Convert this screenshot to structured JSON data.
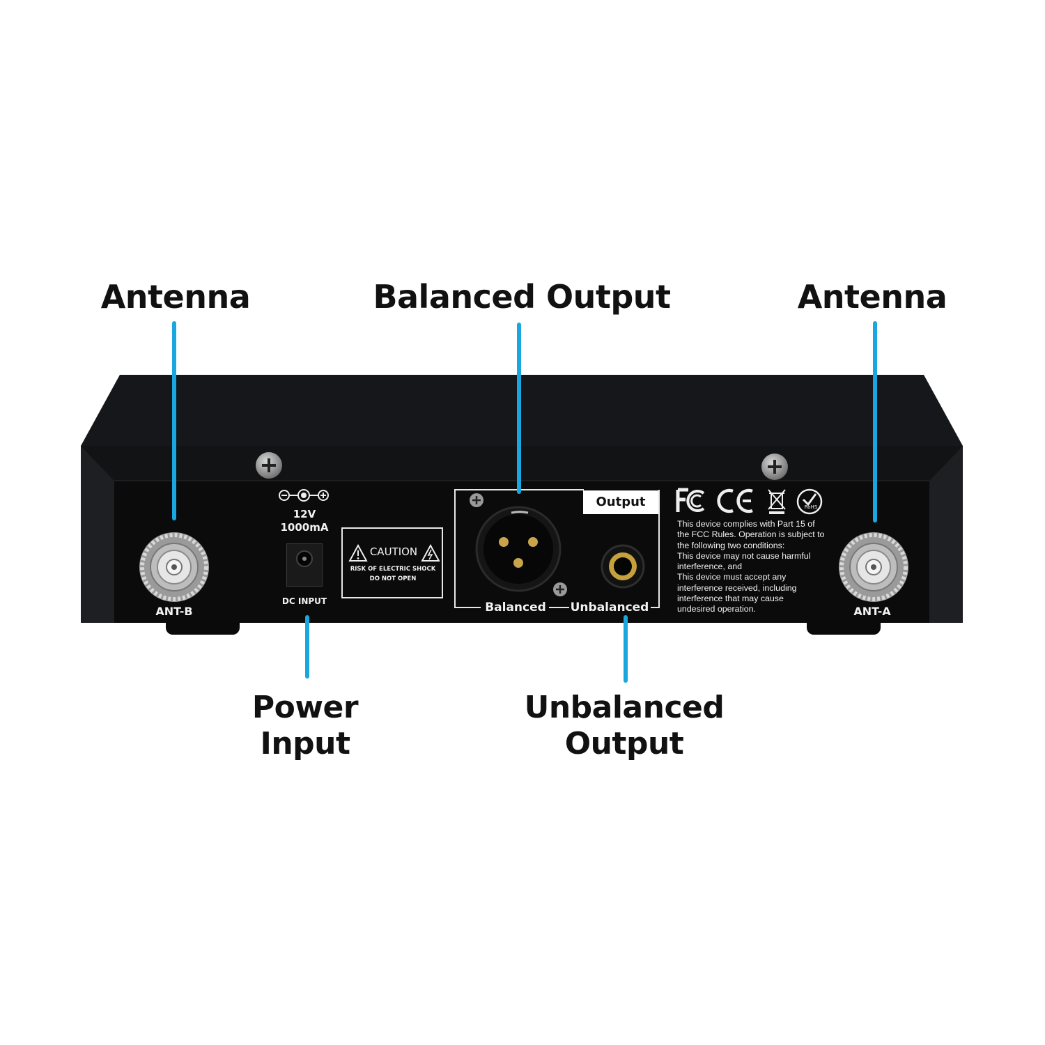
{
  "callouts": {
    "antenna_left": "Antenna",
    "balanced_output": "Balanced Output",
    "antenna_right": "Antenna",
    "power_input": [
      "Power",
      "Input"
    ],
    "unbalanced_output": [
      "Unbalanced",
      "Output"
    ]
  },
  "device": {
    "ant_b": "ANT-B",
    "ant_a": "ANT-A",
    "dc_voltage": "12V",
    "dc_current": "1000mA",
    "dc_input": "DC INPUT",
    "caution_title": "CAUTION",
    "caution_line1": "RISK OF ELECTRIC SHOCK",
    "caution_line2": "DO NOT OPEN",
    "output_header": "Output",
    "balanced": "Balanced",
    "unbalanced": "Unbalanced",
    "rohs": "RoHS",
    "fcc_notice": [
      "This device complies with Part 15 of",
      "the FCC Rules. Operation is subject to",
      "the following two conditions:",
      "This device may not cause harmful",
      "interference, and",
      "This device must accept any",
      "interference received, including",
      "interference that may cause",
      "undesired operation."
    ]
  },
  "colors": {
    "leader_line": "#1aa7e0",
    "device_panel": "#0b0b0c",
    "label_text": "#111111"
  },
  "icons": [
    "fcc-logo-icon",
    "ce-mark-icon",
    "weee-bin-icon",
    "rohs-check-icon",
    "caution-triangle-icon",
    "dc-polarity-icon",
    "screw-icon",
    "bnc-connector-icon",
    "xlr-connector-icon",
    "quarter-inch-jack-icon"
  ]
}
